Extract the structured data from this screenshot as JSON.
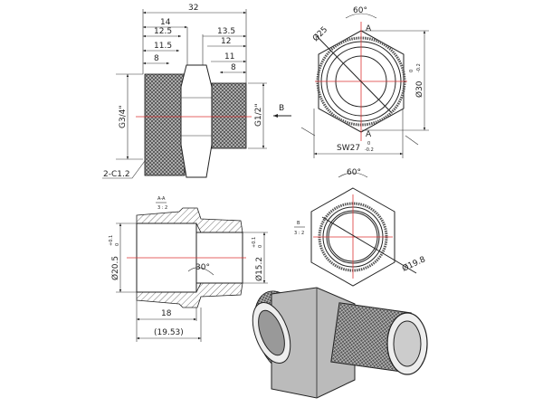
{
  "front_view": {
    "overall_length": "32",
    "left_dims": [
      "14",
      "12.5",
      "11.5",
      "8"
    ],
    "right_dims": [
      "13.5",
      "12",
      "11",
      "8"
    ],
    "left_thread": "G3/4\"",
    "right_thread": "G1/2\"",
    "chamfer": "2-C1.2",
    "view_arrow": "B"
  },
  "end_view_a": {
    "angle": "60°",
    "diameter_thread": "Ø25",
    "diameter_outer": "Ø30",
    "outer_tol_upper": "0",
    "outer_tol_lower": "-0.2",
    "section_mark": "A",
    "wrench_size": "SW27",
    "sw_tol_upper": "0",
    "sw_tol_lower": "-0.2"
  },
  "section_view": {
    "label": "A-A",
    "scale": "3 : 2",
    "bore_large": "Ø20.5",
    "bore_large_tol_upper": "+0.1",
    "bore_large_tol_lower": "0",
    "bore_small": "Ø15.2",
    "bore_small_tol_upper": "+0.1",
    "bore_small_tol_lower": "0",
    "angle": "30°",
    "depth": "18",
    "depth_ref": "(19.53)"
  },
  "end_view_b": {
    "label": "B",
    "scale": "3 : 2",
    "angle": "60°",
    "diameter": "Ø19.8"
  }
}
